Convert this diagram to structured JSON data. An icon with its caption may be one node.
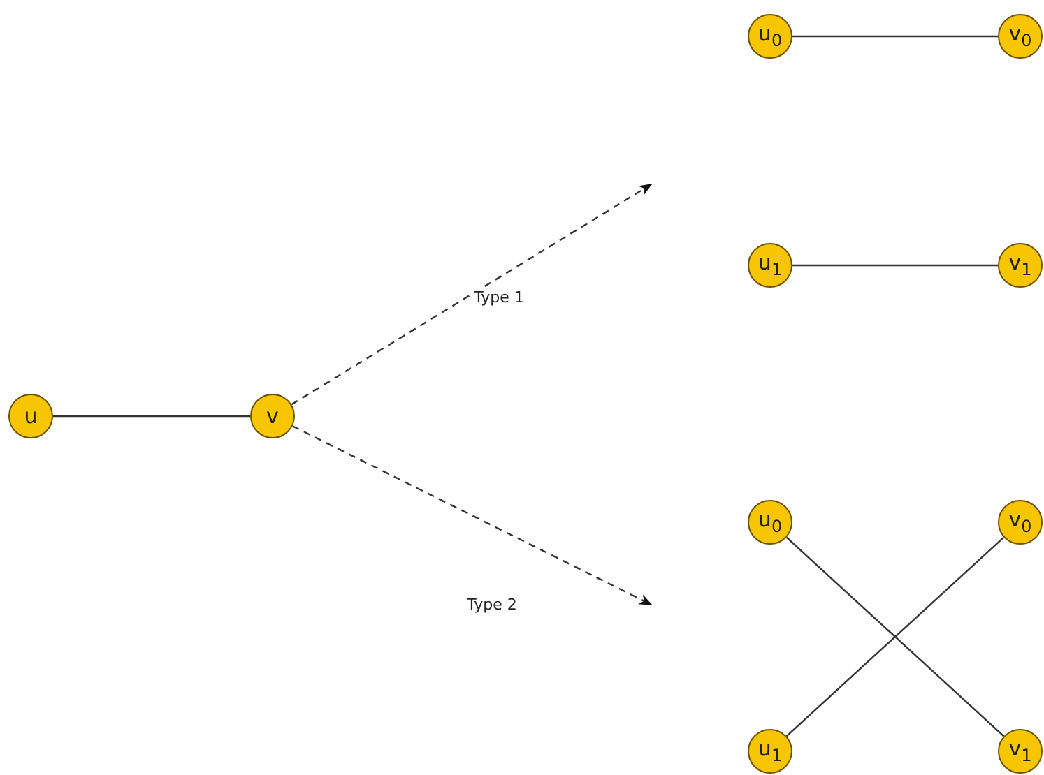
{
  "diagram": {
    "nodes": [
      {
        "text": [
          "u"
        ]
      },
      {
        "text": [
          "v"
        ]
      },
      {
        "text": [
          "u$_{0}$"
        ]
      },
      {
        "text": [
          "v$_{0}$"
        ]
      },
      {
        "text": [
          "u$_{1}$"
        ]
      },
      {
        "text": [
          "v$_{1}$"
        ]
      },
      {
        "text": [
          "u$_{0}$"
        ]
      },
      {
        "text": [
          "v$_{0}$"
        ]
      },
      {
        "text": [
          "u$_{1}$"
        ]
      },
      {
        "text": [
          "v$_{1}$"
        ]
      }
    ],
    "edges": [
      {
        "from": 0,
        "to": 1,
        "arrow": "none"
      },
      {
        "from": 1,
        "to": null,
        "arrow": "to",
        "label": "Type 1",
        "style": "dashed"
      },
      {
        "from": 1,
        "to": null,
        "arrow": "to",
        "label": "Type 2",
        "style": "dashed"
      },
      {
        "from": 2,
        "to": 3,
        "arrow": "none"
      },
      {
        "from": 4,
        "to": 5,
        "arrow": "none"
      },
      {
        "from": 6,
        "to": 9,
        "arrow": "none"
      },
      {
        "from": 7,
        "to": 8,
        "arrow": "none"
      }
    ]
  }
}
